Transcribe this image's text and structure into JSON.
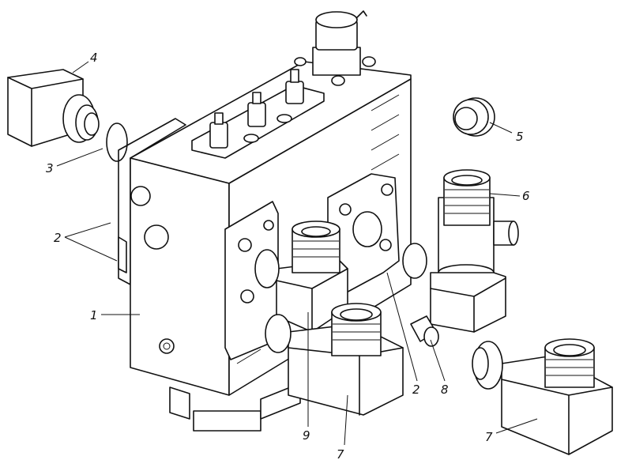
{
  "callouts": {
    "c1": "1",
    "c2a": "2",
    "c2b": "2",
    "c3": "3",
    "c4": "4",
    "c5": "5",
    "c6": "6",
    "c7a": "7",
    "c7b": "7",
    "c8": "8",
    "c9": "9"
  }
}
